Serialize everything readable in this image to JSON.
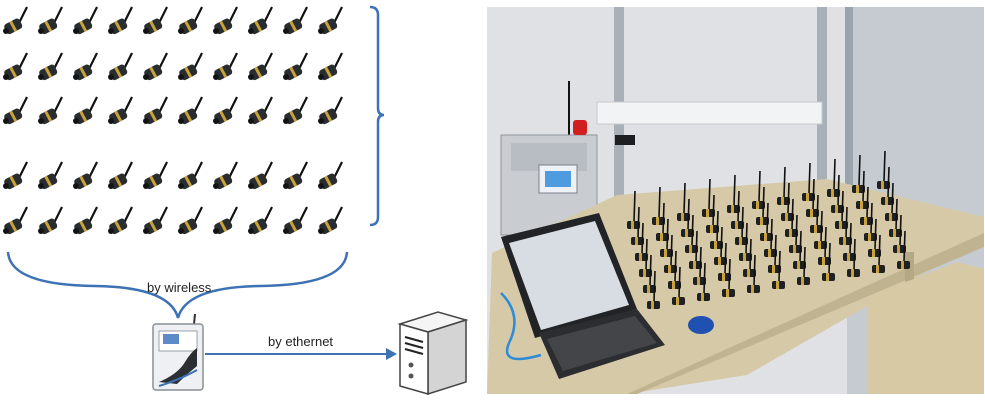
{
  "diagram": {
    "wireless_label": "by wireless",
    "ethernet_label": "by ethernet",
    "sensor_grid": {
      "rows": 5,
      "cols": 10
    },
    "colors": {
      "connector": "#3d72b4",
      "sensor_body": "#2a2d2f",
      "sensor_band": "#c9a23a",
      "antenna": "#111111",
      "gateway_body": "#eef0f3",
      "gateway_screen": "#5b8cc8",
      "server_body": "#ffffff",
      "server_outline": "#444444"
    }
  },
  "photo": {
    "subject": "lab-bench-sensor-array",
    "sensor_grid": {
      "rows": 6,
      "cols": 11
    },
    "colors": {
      "wall": "#dfe1e4",
      "table": "#d5c9a8",
      "table_edge": "#bfb48f",
      "laptop": "#222326",
      "laptop_screen": "#d7dde3",
      "cable": "#2e8bd8",
      "mouse": "#2050b0",
      "gateway_box": "#c9cdd2",
      "red_light": "#d11f1f"
    }
  }
}
